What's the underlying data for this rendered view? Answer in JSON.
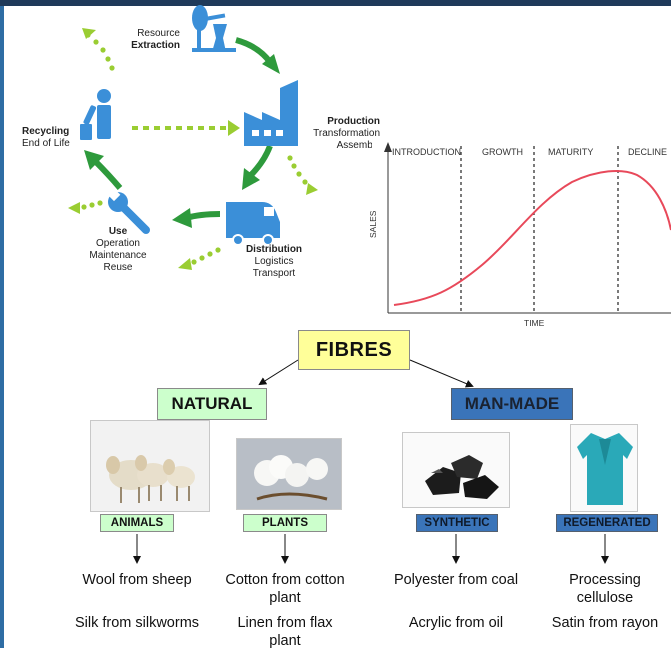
{
  "lifecycle": {
    "resource": {
      "title": "Resource",
      "sub": "Extraction"
    },
    "production": {
      "title": "Production",
      "lines": [
        "Transformation",
        "Assembly"
      ]
    },
    "distribution": {
      "title": "Distribution",
      "lines": [
        "Logistics",
        "Transport"
      ]
    },
    "use": {
      "title": "Use",
      "lines": [
        "Operation",
        "Maintenance",
        "Reuse"
      ]
    },
    "recycling": {
      "title": "Recycling",
      "sub": "End of Life"
    },
    "colors": {
      "icon": "#3b8fd8",
      "arrow": "#2e9a3c",
      "dots": "#9acd32"
    }
  },
  "plc": {
    "stages": [
      "INTRODUCTION",
      "GROWTH",
      "MATURITY",
      "DECLINE"
    ],
    "ylabel": "SALES",
    "xlabel": "TIME",
    "curve_color": "#e8495a"
  },
  "tree": {
    "root": "FIBRES",
    "natural": "NATURAL",
    "manmade": "MAN-MADE",
    "categories": [
      {
        "label": "ANIMALS",
        "lines": [
          "Wool from sheep",
          "Silk from silkworms"
        ]
      },
      {
        "label": "PLANTS",
        "lines": [
          "Cotton from cotton plant",
          "Linen from flax plant"
        ]
      },
      {
        "label": "SYNTHETIC",
        "lines": [
          "Polyester from coal",
          "Acrylic from oil"
        ]
      },
      {
        "label": "REGENERATED",
        "lines": [
          "Processing cellulose",
          "Satin from rayon"
        ]
      }
    ],
    "colors": {
      "root": "#ffff99",
      "natural": "#ccffcc",
      "manmade": "#3a74b9"
    }
  }
}
